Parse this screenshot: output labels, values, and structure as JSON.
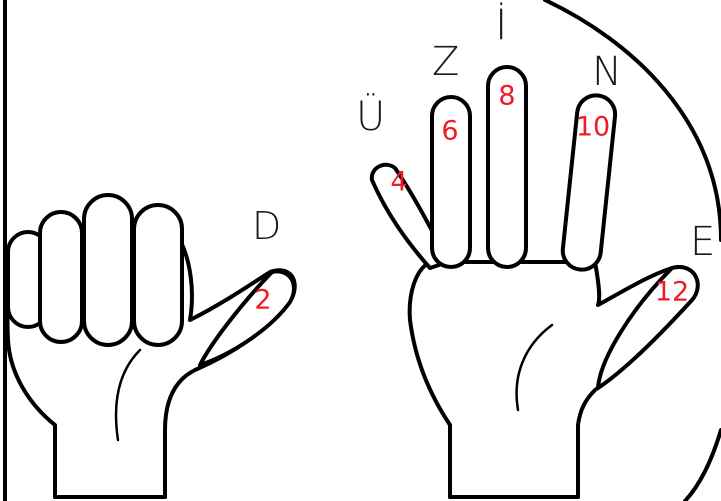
{
  "colors": {
    "outline": "#000000",
    "number": "#ee1c24",
    "letter": "#1a1a1a",
    "background": "#ffffff"
  },
  "left_hand": {
    "letter": "D",
    "number": "2"
  },
  "right_hand": {
    "letters": [
      "Ü",
      "Z",
      "İ",
      "N",
      "E"
    ],
    "numbers": [
      "4",
      "6",
      "8",
      "10",
      "12"
    ]
  }
}
